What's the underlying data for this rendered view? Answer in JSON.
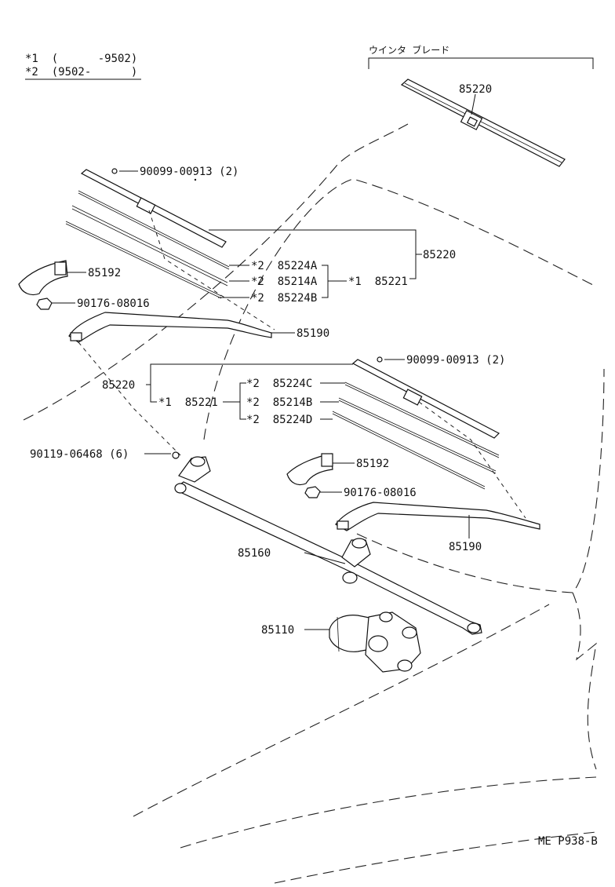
{
  "legend": {
    "note1": "*1  (      -9502)",
    "note2": "*2  (9502-      )"
  },
  "winter": {
    "title": "ウインタ ブレード",
    "part": "85220"
  },
  "upper_assembly": {
    "bolt": "90099-00913 (2)",
    "blade_assy": "85220",
    "blade_sub": "*1  85221",
    "refill_a": "*2  85224A",
    "rubber_a": "*2  85214A",
    "refill_b": "*2  85224B",
    "cover": "85192",
    "nut": "90176-08016",
    "arm": "85190"
  },
  "lower_assembly": {
    "bolt": "90099-00913 (2)",
    "blade_assy": "85220",
    "blade_sub": "*1  85221",
    "refill_c": "*2  85224C",
    "rubber_b": "*2  85214B",
    "refill_d": "*2  85224D",
    "cover": "85192",
    "nut": "90176-08016",
    "arm": "85190"
  },
  "drive": {
    "bolt": "90119-06468 (6)",
    "link": "85160",
    "motor": "85110"
  },
  "figure_code": "ME P938-B"
}
